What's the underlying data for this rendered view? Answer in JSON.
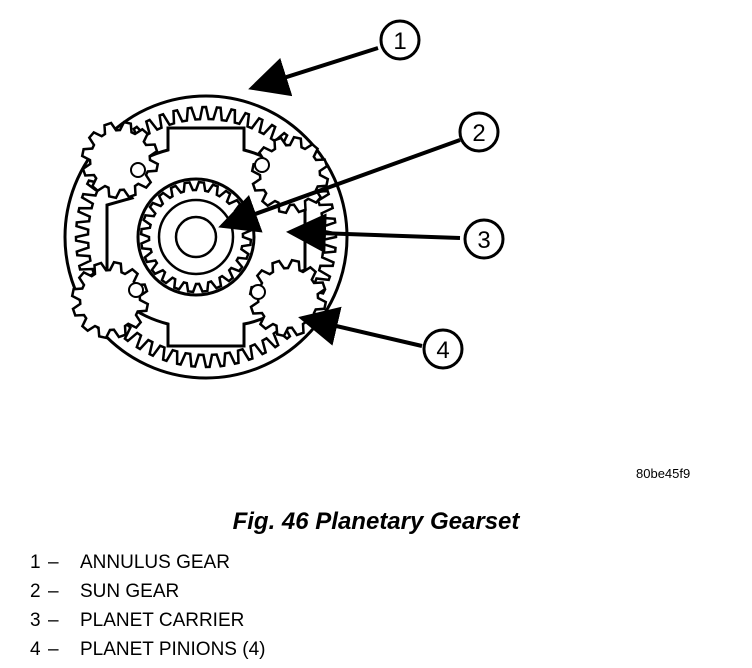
{
  "figure": {
    "reference_code": "80be45f9",
    "caption": "Fig. 46 Planetary Gearset",
    "callouts": [
      "1",
      "2",
      "3",
      "4"
    ]
  },
  "legend": [
    {
      "number": "1",
      "dash": "–",
      "label": "ANNULUS GEAR"
    },
    {
      "number": "2",
      "dash": "–",
      "label": "SUN GEAR"
    },
    {
      "number": "3",
      "dash": "–",
      "label": "PLANET CARRIER"
    },
    {
      "number": "4",
      "dash": "–",
      "label": "PLANET PINIONS (4)"
    }
  ]
}
